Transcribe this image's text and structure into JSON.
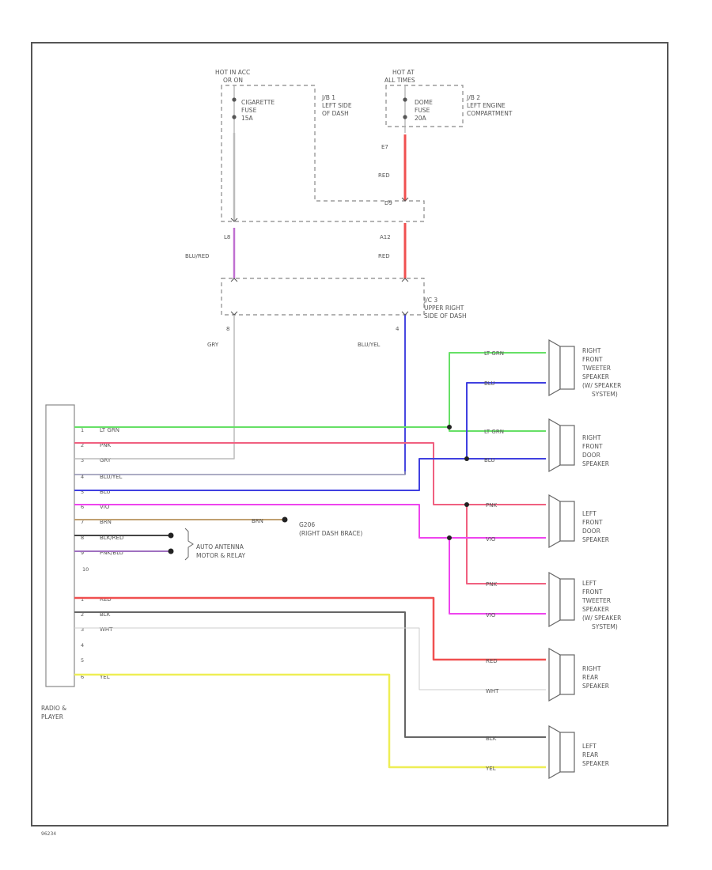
{
  "fuse_box_top_left": {
    "hot_label": [
      "HOT IN ACC",
      "OR ON"
    ],
    "fuse_label": [
      "CIGARETTE",
      "FUSE",
      "15A"
    ],
    "box_label": [
      "J/B 1",
      "LEFT SIDE",
      "OF DASH"
    ]
  },
  "fuse_box_top_right": {
    "hot_label": [
      "HOT AT",
      "ALL TIMES"
    ],
    "fuse_label": [
      "DOME",
      "FUSE",
      "20A"
    ],
    "box_label": [
      "J/B 2",
      "LEFT ENGINE",
      "COMPARTMENT"
    ]
  },
  "upper_wires": {
    "pin_e7": "E7",
    "red_upper": "RED",
    "pin_d9": "D9",
    "pin_l8": "L8",
    "blu_red": "BLU/RED",
    "pin_a12": "A12",
    "red_lower": "RED",
    "pin_8": "8",
    "gry": "GRY",
    "pin_4": "4",
    "blu_yel": "BLU/YEL"
  },
  "jc3": {
    "label": [
      "J/C 3",
      "UPPER RIGHT",
      "SIDE OF DASH"
    ]
  },
  "radio": {
    "label": [
      "RADIO &",
      "PLAYER"
    ],
    "pins": [
      {
        "num": "1",
        "wire": "LT GRN"
      },
      {
        "num": "2",
        "wire": "PNK"
      },
      {
        "num": "3",
        "wire": "GRY"
      },
      {
        "num": "4",
        "wire": "BLU/YEL"
      },
      {
        "num": "5",
        "wire": "BLU"
      },
      {
        "num": "6",
        "wire": "VIO"
      },
      {
        "num": "7",
        "wire": "BRN"
      },
      {
        "num": "8",
        "wire": "BLK/RED"
      },
      {
        "num": "9",
        "wire": "PNK/BLU"
      },
      {
        "num": "10",
        "wire": ""
      },
      {
        "num": "1",
        "wire": "RED"
      },
      {
        "num": "2",
        "wire": "BLK"
      },
      {
        "num": "3",
        "wire": "WHT"
      },
      {
        "num": "4",
        "wire": ""
      },
      {
        "num": "5",
        "wire": ""
      },
      {
        "num": "6",
        "wire": "YEL"
      }
    ]
  },
  "ground": {
    "wire": "BRN",
    "label": [
      "G206",
      "(RIGHT DASH BRACE)"
    ]
  },
  "antenna": {
    "label": [
      "AUTO ANTENNA",
      "MOTOR & RELAY"
    ]
  },
  "speakers": [
    {
      "label": [
        "RIGHT",
        "FRONT",
        "TWEETER",
        "SPEAKER",
        "(W/ SPEAKER",
        "SYSTEM)"
      ],
      "wire_top": "LT GRN",
      "wire_bottom": "BLU"
    },
    {
      "label": [
        "RIGHT",
        "FRONT",
        "DOOR",
        "SPEAKER"
      ],
      "wire_top": "LT GRN",
      "wire_bottom": "BLU"
    },
    {
      "label": [
        "LEFT",
        "FRONT",
        "DOOR",
        "SPEAKER"
      ],
      "wire_top": "PNK",
      "wire_bottom": "VIO"
    },
    {
      "label": [
        "LEFT",
        "FRONT",
        "TWEETER",
        "SPEAKER",
        "(W/ SPEAKER",
        "SYSTEM)"
      ],
      "wire_top": "PNK",
      "wire_bottom": "VIO"
    },
    {
      "label": [
        "RIGHT",
        "REAR",
        "SPEAKER"
      ],
      "wire_top": "RED",
      "wire_bottom": "WHT"
    },
    {
      "label": [
        "LEFT",
        "REAR",
        "SPEAKER"
      ],
      "wire_top": "BLK",
      "wire_bottom": "YEL"
    }
  ],
  "figure_id": "96234",
  "colors": {
    "lt_grn": "#66e066",
    "pnk": "#f06080",
    "gry": "#bbbbbb",
    "blu": "#4040e0",
    "blu_yel": "#7070e8",
    "vio": "#ee44ee",
    "brn": "#c0a070",
    "blk": "#666666",
    "red": "#f05050",
    "yel": "#eeee55",
    "blu_red": "#c070d0",
    "wht": "#dddddd"
  }
}
